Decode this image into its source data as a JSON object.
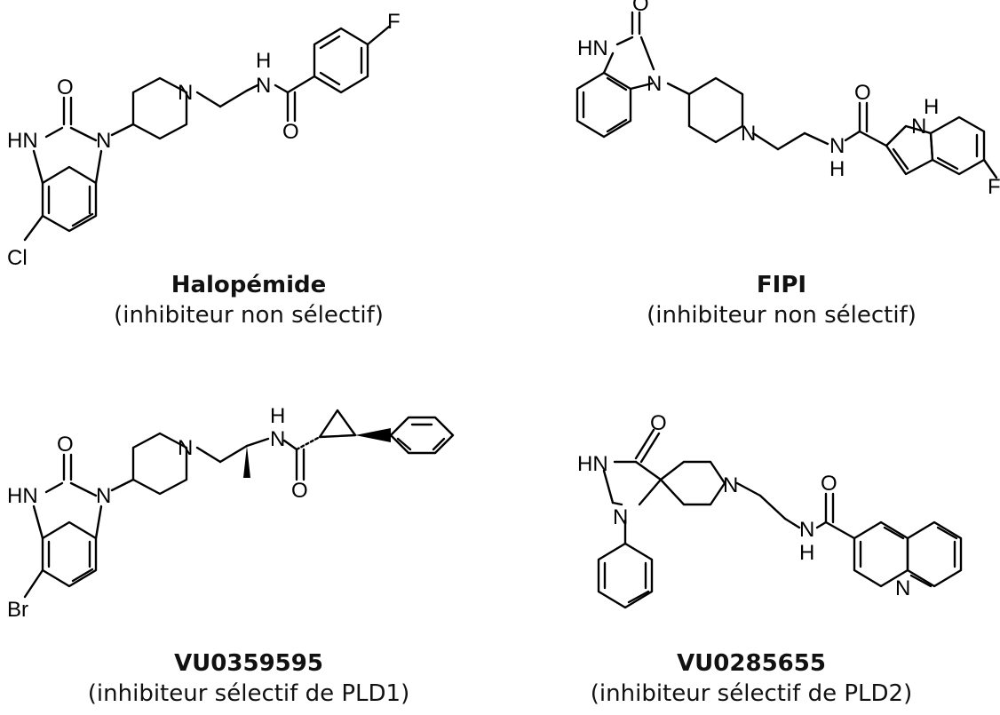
{
  "compounds": [
    {
      "name": "Halopémide",
      "description": "(inhibiteur non sélectif)",
      "atoms": {
        "hn": "HN",
        "n1": "N",
        "n2": "N",
        "h": "H",
        "n3": "N",
        "o1": "O",
        "o2": "O",
        "cl": "Cl",
        "f": "F"
      }
    },
    {
      "name": "FIPI",
      "description": "(inhibiteur non sélectif)",
      "atoms": {
        "hn": "HN",
        "n1": "N",
        "n2": "N",
        "o1": "O",
        "o2": "O",
        "nh_n": "N",
        "nh_h": "H",
        "indole_h": "H",
        "indole_n": "N",
        "f": "F"
      }
    },
    {
      "name": "VU0359595",
      "description": "(inhibiteur sélectif de PLD1)",
      "atoms": {
        "hn": "HN",
        "n1": "N",
        "n2": "N",
        "h": "H",
        "n3": "N",
        "o1": "O",
        "o2": "O",
        "br": "Br"
      }
    },
    {
      "name": "VU0285655",
      "description": "(inhibiteur sélectif de PLD2)",
      "atoms": {
        "hn": "HN",
        "n1": "N",
        "n2": "N",
        "o1": "O",
        "o2": "O",
        "nh_n": "N",
        "nh_h": "H",
        "quin_n": "N"
      }
    }
  ]
}
